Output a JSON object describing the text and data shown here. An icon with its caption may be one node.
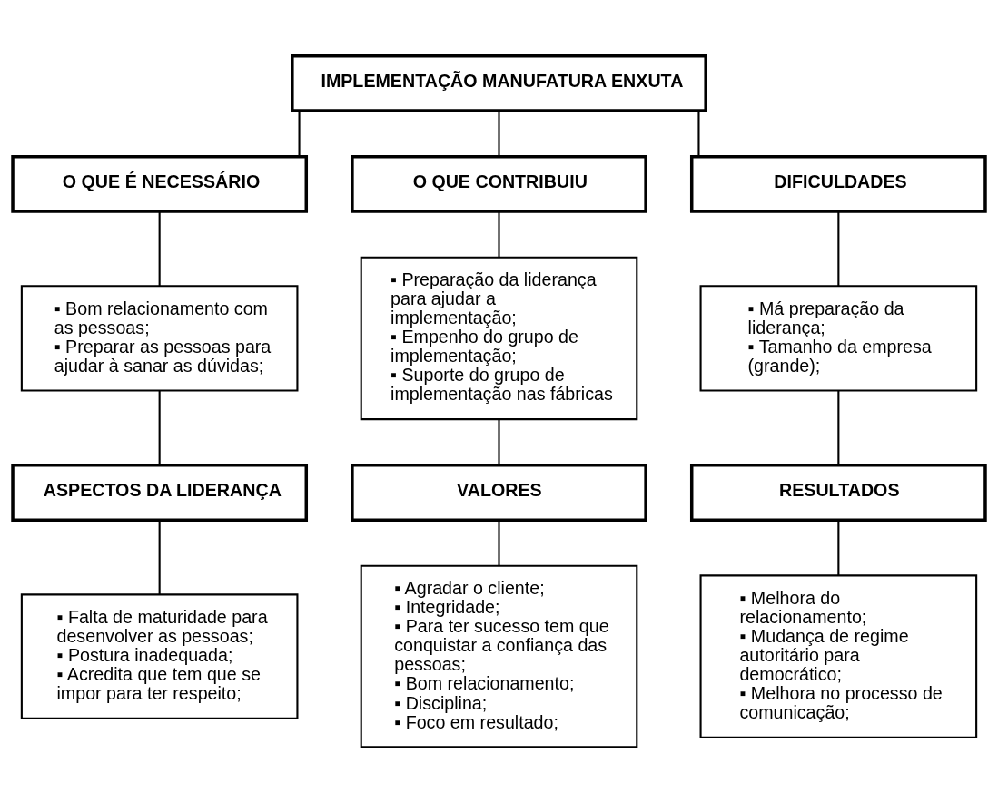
{
  "diagram": {
    "nodes": [
      {
        "text": [
          "IMPLEMENTAÇÃO MANUFATURA ENXUTA"
        ]
      },
      {
        "text": [
          "O QUE É NECESSÁRIO"
        ]
      },
      {
        "text": [
          "O QUE CONTRIBUIU"
        ]
      },
      {
        "text": [
          "DIFICULDADES"
        ]
      },
      {
        "text": [
          "▪ Bom relacionamento com as pessoas;",
          "▪ Preparar as pessoas para ajudar à sanar as dúvidas;"
        ]
      },
      {
        "text": [
          "▪ Preparação da liderança para ajudar a implementação;",
          "▪ Empenho do grupo de implementação;",
          "▪ Suporte do grupo de implementação nas fábricas"
        ]
      },
      {
        "text": [
          "▪ Má preparação da liderança;",
          "▪ Tamanho da empresa (grande);"
        ]
      },
      {
        "text": [
          "ASPECTOS DA LIDERANÇA"
        ]
      },
      {
        "text": [
          "VALORES"
        ]
      },
      {
        "text": [
          "RESULTADOS"
        ]
      },
      {
        "text": [
          "▪ Falta de maturidade para desenvolver as pessoas;",
          "▪ Postura inadequada;",
          "▪ Acredita que tem que se impor para ter respeito;"
        ]
      },
      {
        "text": [
          "▪ Agradar o cliente;",
          "▪ Integridade;",
          "▪ Para ter sucesso tem que conquistar a confiança das pessoas;",
          "▪ Bom relacionamento;",
          "▪ Disciplina;",
          "▪ Foco em resultado;"
        ]
      },
      {
        "text": [
          "▪ Melhora do relacionamento;",
          "▪ Mudança de regime autoritário para democrático;",
          "▪ Melhora no processo de comunicação;"
        ]
      }
    ],
    "edges": [
      {
        "from": 0,
        "to": 1,
        "arrow": "none"
      },
      {
        "from": 0,
        "to": 2,
        "arrow": "none"
      },
      {
        "from": 0,
        "to": 3,
        "arrow": "none"
      },
      {
        "from": 1,
        "to": 4,
        "arrow": "none"
      },
      {
        "from": 2,
        "to": 5,
        "arrow": "none"
      },
      {
        "from": 3,
        "to": 6,
        "arrow": "none"
      },
      {
        "from": 4,
        "to": 7,
        "arrow": "none"
      },
      {
        "from": 5,
        "to": 8,
        "arrow": "none"
      },
      {
        "from": 6,
        "to": 9,
        "arrow": "none"
      },
      {
        "from": 7,
        "to": 10,
        "arrow": "none"
      },
      {
        "from": 8,
        "to": 11,
        "arrow": "none"
      },
      {
        "from": 9,
        "to": 12,
        "arrow": "none"
      }
    ]
  }
}
